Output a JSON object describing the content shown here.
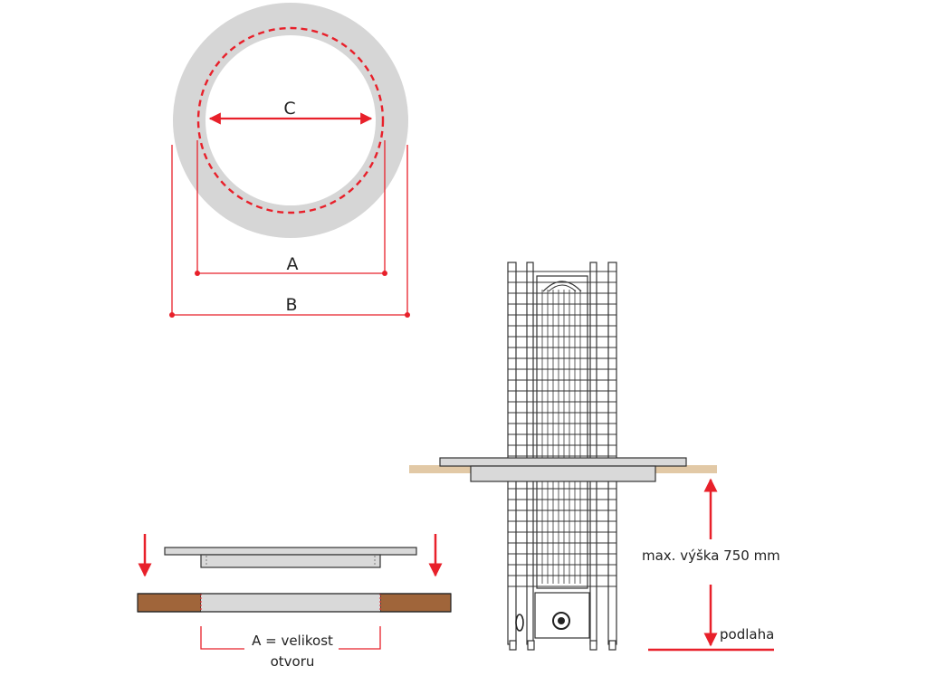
{
  "ring": {
    "label_c": "C",
    "label_a": "A",
    "label_b": "B"
  },
  "install": {
    "opening_label_line1": "A = velikost",
    "opening_label_line2": "otvoru"
  },
  "heater": {
    "height_label": "max. výška 750 mm",
    "floor_label": "podlaha"
  },
  "colors": {
    "ring_fill": "#d6d6d6",
    "accent_red": "#e8202a",
    "wood": "#a0653a",
    "wood_light": "#e2c9a6",
    "frame_gray": "#d9d9d9",
    "line": "#333333"
  }
}
